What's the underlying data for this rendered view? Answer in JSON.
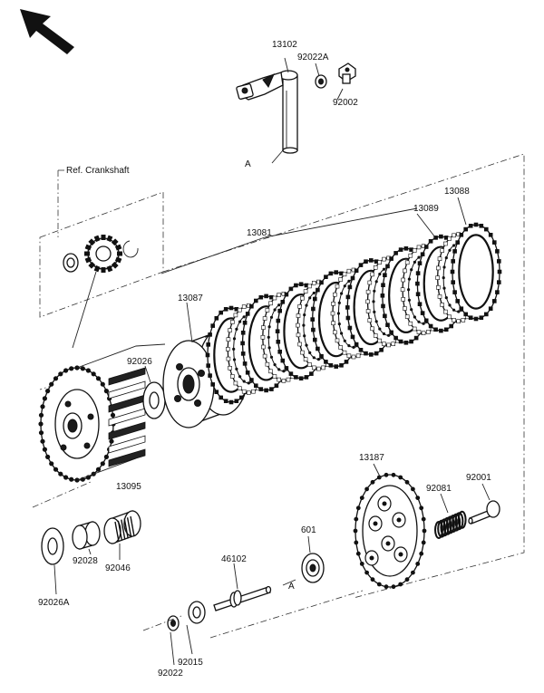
{
  "labels": {
    "p13102": "13102",
    "p92022A": "92022A",
    "p92002": "92002",
    "refA_top": "A",
    "ref_crankshaft": "Ref. Crankshaft",
    "p13081": "13081",
    "p13089": "13089",
    "p13088": "13088",
    "p13087": "13087",
    "p92026": "92026",
    "p13095": "13095",
    "p13187": "13187",
    "p92001": "92001",
    "p92081": "92081",
    "p601": "601",
    "p46102": "46102",
    "refA_bottom": "A",
    "p92028": "92028",
    "p92046": "92046",
    "p92026A": "92026A",
    "p92015": "92015",
    "p92022": "92022"
  },
  "icons": {
    "direction_arrow": "arrow-up-left-icon"
  },
  "colors": {
    "ink": "#111111",
    "paper": "#ffffff"
  }
}
